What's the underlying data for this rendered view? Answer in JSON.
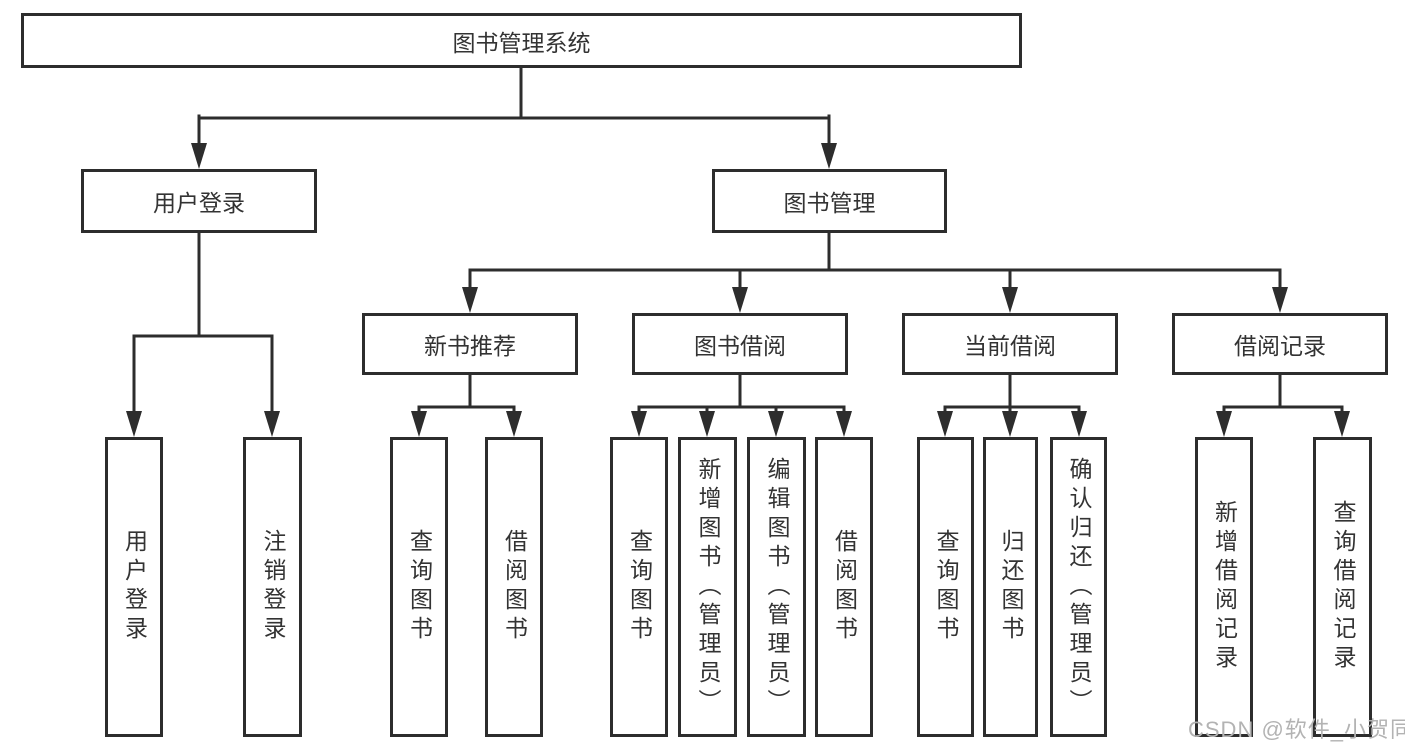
{
  "tree": {
    "label": "图书管理系统",
    "children": [
      {
        "label": "用户登录",
        "children": [
          {
            "label": "用户登录"
          },
          {
            "label": "注销登录"
          }
        ]
      },
      {
        "label": "图书管理",
        "children": [
          {
            "label": "新书推荐",
            "children": [
              {
                "label": "查询图书"
              },
              {
                "label": "借阅图书"
              }
            ]
          },
          {
            "label": "图书借阅",
            "children": [
              {
                "label": "查询图书"
              },
              {
                "label": "新增图书（管理员）"
              },
              {
                "label": "编辑图书（管理员）"
              },
              {
                "label": "借阅图书"
              }
            ]
          },
          {
            "label": "当前借阅",
            "children": [
              {
                "label": "查询图书"
              },
              {
                "label": "归还图书"
              },
              {
                "label": "确认归还（管理员）"
              }
            ]
          },
          {
            "label": "借阅记录",
            "children": [
              {
                "label": "新增借阅记录"
              },
              {
                "label": "查询借阅记录"
              }
            ]
          }
        ]
      }
    ]
  },
  "watermark": {
    "text": "CSDN @软件_小贺同学"
  },
  "colors": {
    "line": "#2d2d2d",
    "text": "#333333",
    "background": "#ffffff",
    "watermark": "#b3b3b3"
  }
}
